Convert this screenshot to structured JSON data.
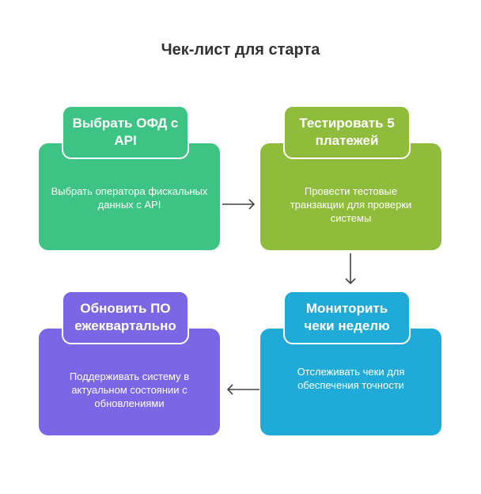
{
  "title": "Чек-лист для старта",
  "steps": [
    {
      "heading": "Выбрать ОФД с API",
      "text": "Выбрать оператора фискальных данных с API",
      "color": "#3DC484"
    },
    {
      "heading": "Тестировать 5 платежей",
      "text": "Провести тестовые транзакции для проверки системы",
      "color": "#8FBC3A"
    },
    {
      "heading": "Мониторить чеки неделю",
      "text": "Отслеживать чеки для обеспечения точности",
      "color": "#20AAD8"
    },
    {
      "heading": "Обновить ПО ежеквартально",
      "text": "Поддерживать систему в актуальном состоянии с обновлениями",
      "color": "#7B66E6"
    }
  ]
}
